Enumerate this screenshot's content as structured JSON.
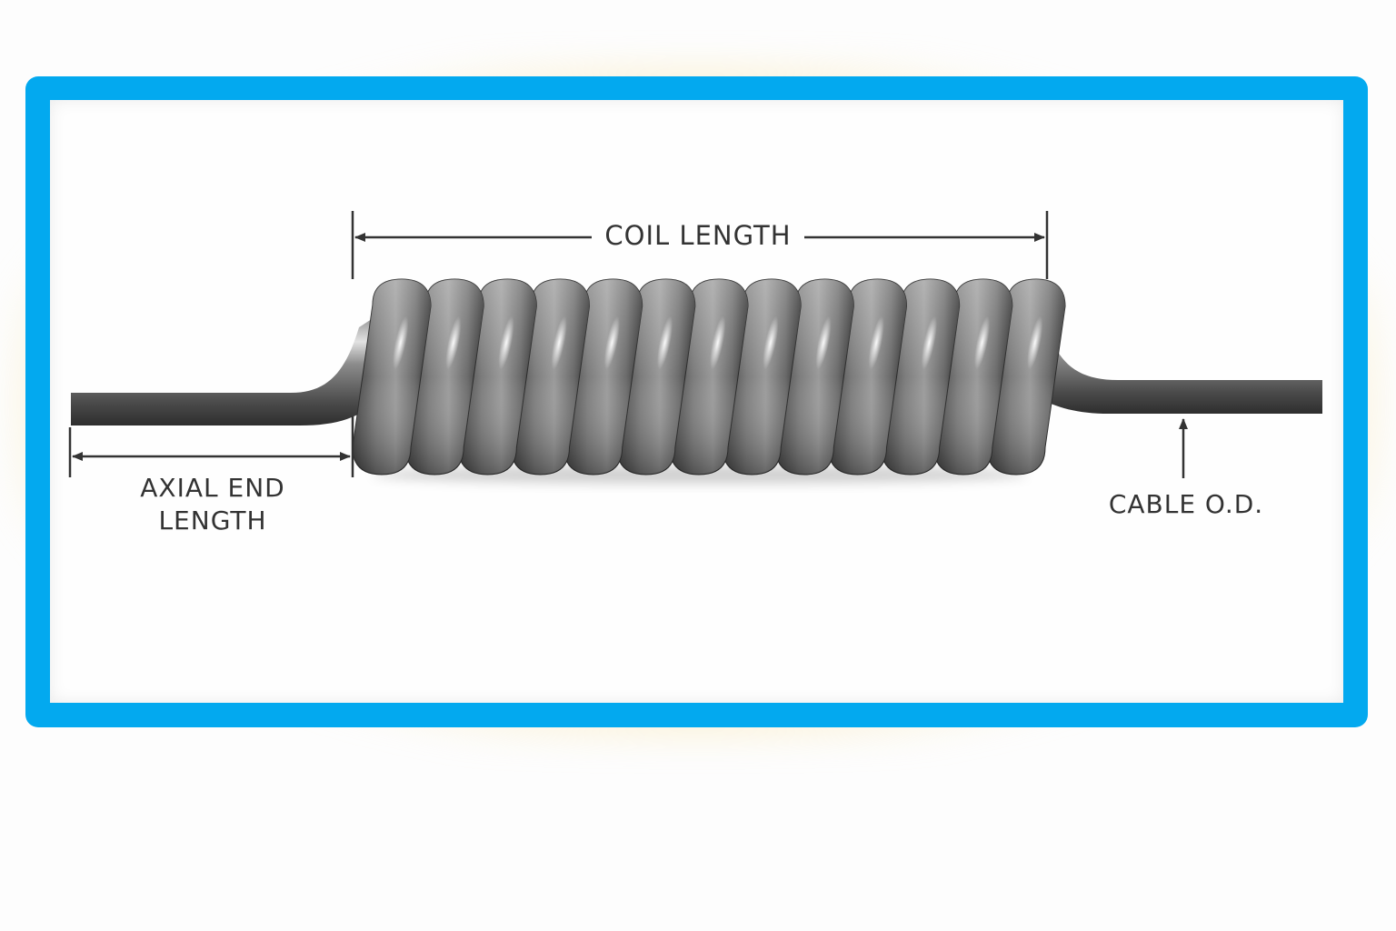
{
  "diagram": {
    "title": "Coiled cable dimensions",
    "labels": {
      "coil_length": "COIL LENGTH",
      "axial_end_line1": "AXIAL END",
      "axial_end_line2": "LENGTH",
      "cable_od": "CABLE O.D."
    },
    "coil_turns": 13,
    "colors": {
      "frame": "#03a9ef",
      "glow": "#f6e7b8",
      "panel": "#fefefe",
      "cable_dark": "#3a3a3a",
      "cable_mid": "#7a7a7a",
      "cable_light": "#d6d6d6",
      "dimension_line": "#333333"
    }
  }
}
